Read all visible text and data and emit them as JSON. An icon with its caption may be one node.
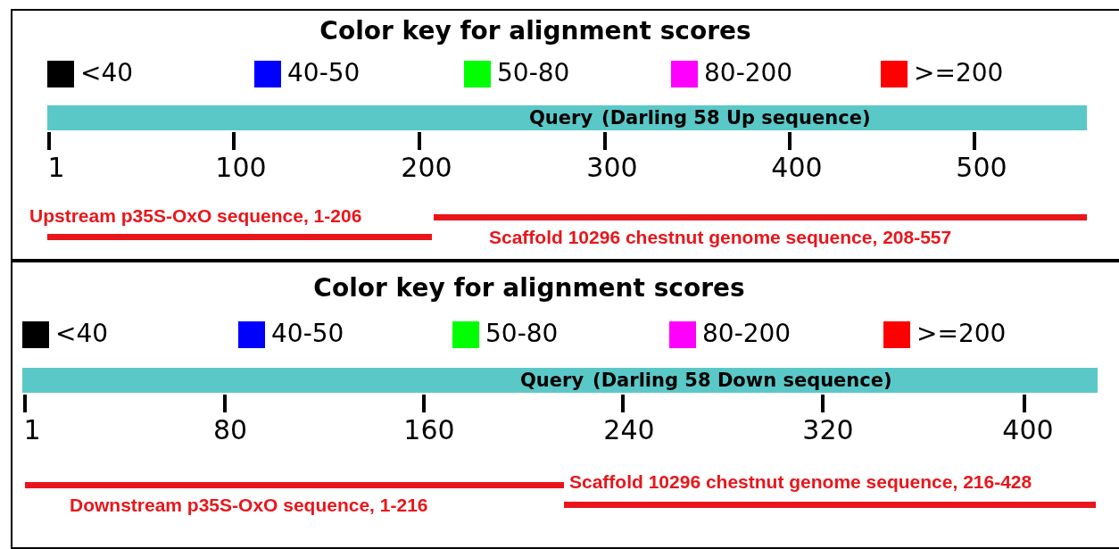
{
  "diagram": {
    "nodes": [
      {
        "text": [
          "Query",
          "(Darling 58 Up sequence)"
        ]
      },
      {
        "text": [],
        "shape": "bar",
        "beside": [
          "Upstream p35S-OxO sequence, 1-206"
        ]
      },
      {
        "text": [],
        "shape": "bar",
        "beside": [
          "Scaffold 10296 chestnut genome sequence, 208-557"
        ]
      },
      {
        "text": [
          "Query",
          "(Darling 58 Down sequence)"
        ]
      },
      {
        "text": [],
        "shape": "bar",
        "beside": [
          "Downstream p35S-OxO sequence, 1-216"
        ]
      },
      {
        "text": [],
        "shape": "bar",
        "beside": [
          "Scaffold 10296 chestnut genome sequence, 216-428"
        ]
      }
    ],
    "labels": [
      "Color key for alignment scores",
      "1",
      "100",
      "200",
      "300",
      "400",
      "500",
      "Color key for alignment scores",
      "1",
      "80",
      "160",
      "240",
      "320",
      "400"
    ],
    "legend": [
      {
        "text": "<40",
        "color": "#000000"
      },
      {
        "text": "40-50",
        "color": "#0000ff"
      },
      {
        "text": "50-80",
        "color": "#00ff00"
      },
      {
        "text": "80-200",
        "color": "#ff00ff"
      },
      {
        "text": ">=200",
        "color": "#ff0000"
      },
      {
        "text": "<40",
        "color": "#000000"
      },
      {
        "text": "40-50",
        "color": "#0000ff"
      },
      {
        "text": "50-80",
        "color": "#00ff00"
      },
      {
        "text": "80-200",
        "color": "#ff00ff"
      },
      {
        "text": ">=200",
        "color": "#ff0000"
      }
    ]
  }
}
